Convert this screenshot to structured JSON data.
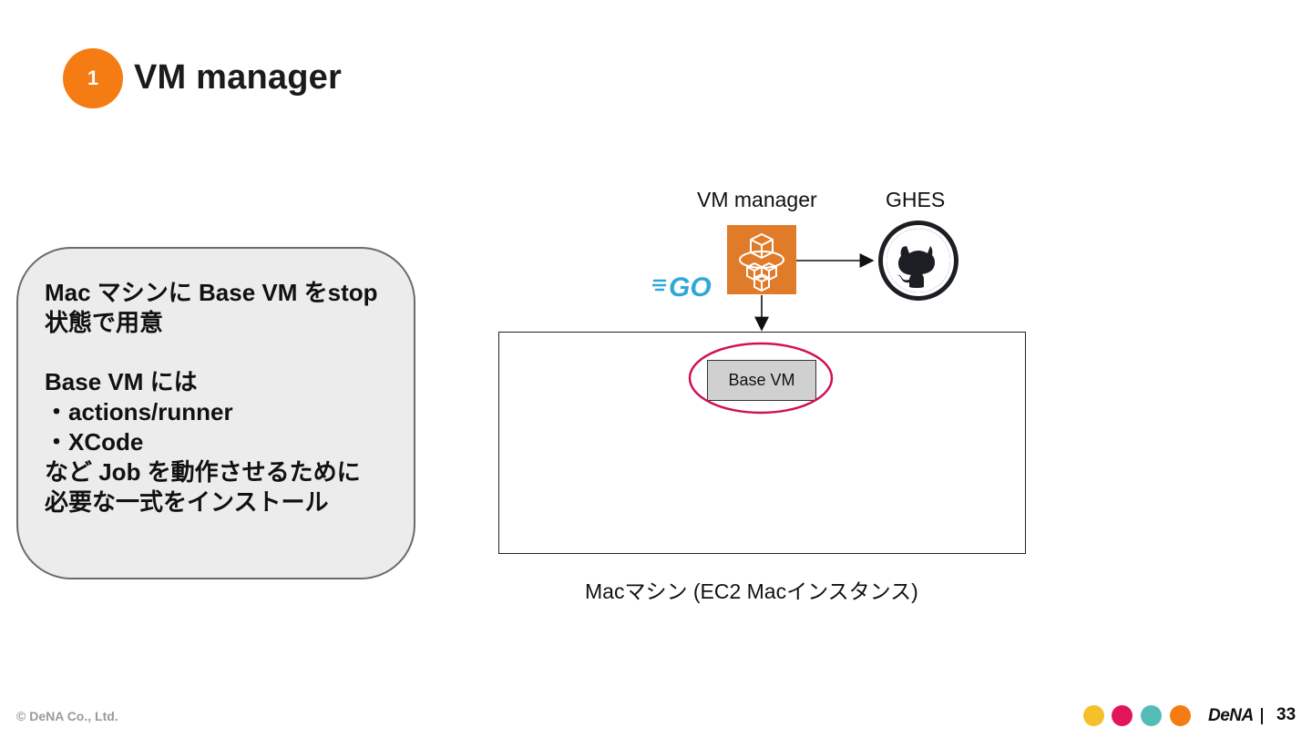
{
  "slide": {
    "number": "1",
    "title": "VM manager"
  },
  "note": {
    "lines": [
      "Mac マシンに Base VM をstop",
      "状態で用意",
      "",
      "Base VM には",
      "・actions/runner",
      "・XCode",
      "など Job を動作させるために",
      "必要な一式をインストール"
    ]
  },
  "diagram": {
    "vm_manager_label": "VM manager",
    "ghes_label": "GHES",
    "go_logo_text": "GO",
    "base_vm_label": "Base VM",
    "mac_caption": "Macマシン (EC2 Macインスタンス)"
  },
  "footer": {
    "copyright": "© DeNA Co., Ltd.",
    "brand": "DeNA",
    "page_number": "33",
    "dot_colors": [
      "#f5c02a",
      "#e2145a",
      "#56bcb8",
      "#f57c12"
    ]
  },
  "colors": {
    "accent_orange": "#f57c12",
    "aws_orange": "#e07b2a",
    "highlight_red": "#d0105a",
    "go_blue": "#2fa8d8"
  }
}
